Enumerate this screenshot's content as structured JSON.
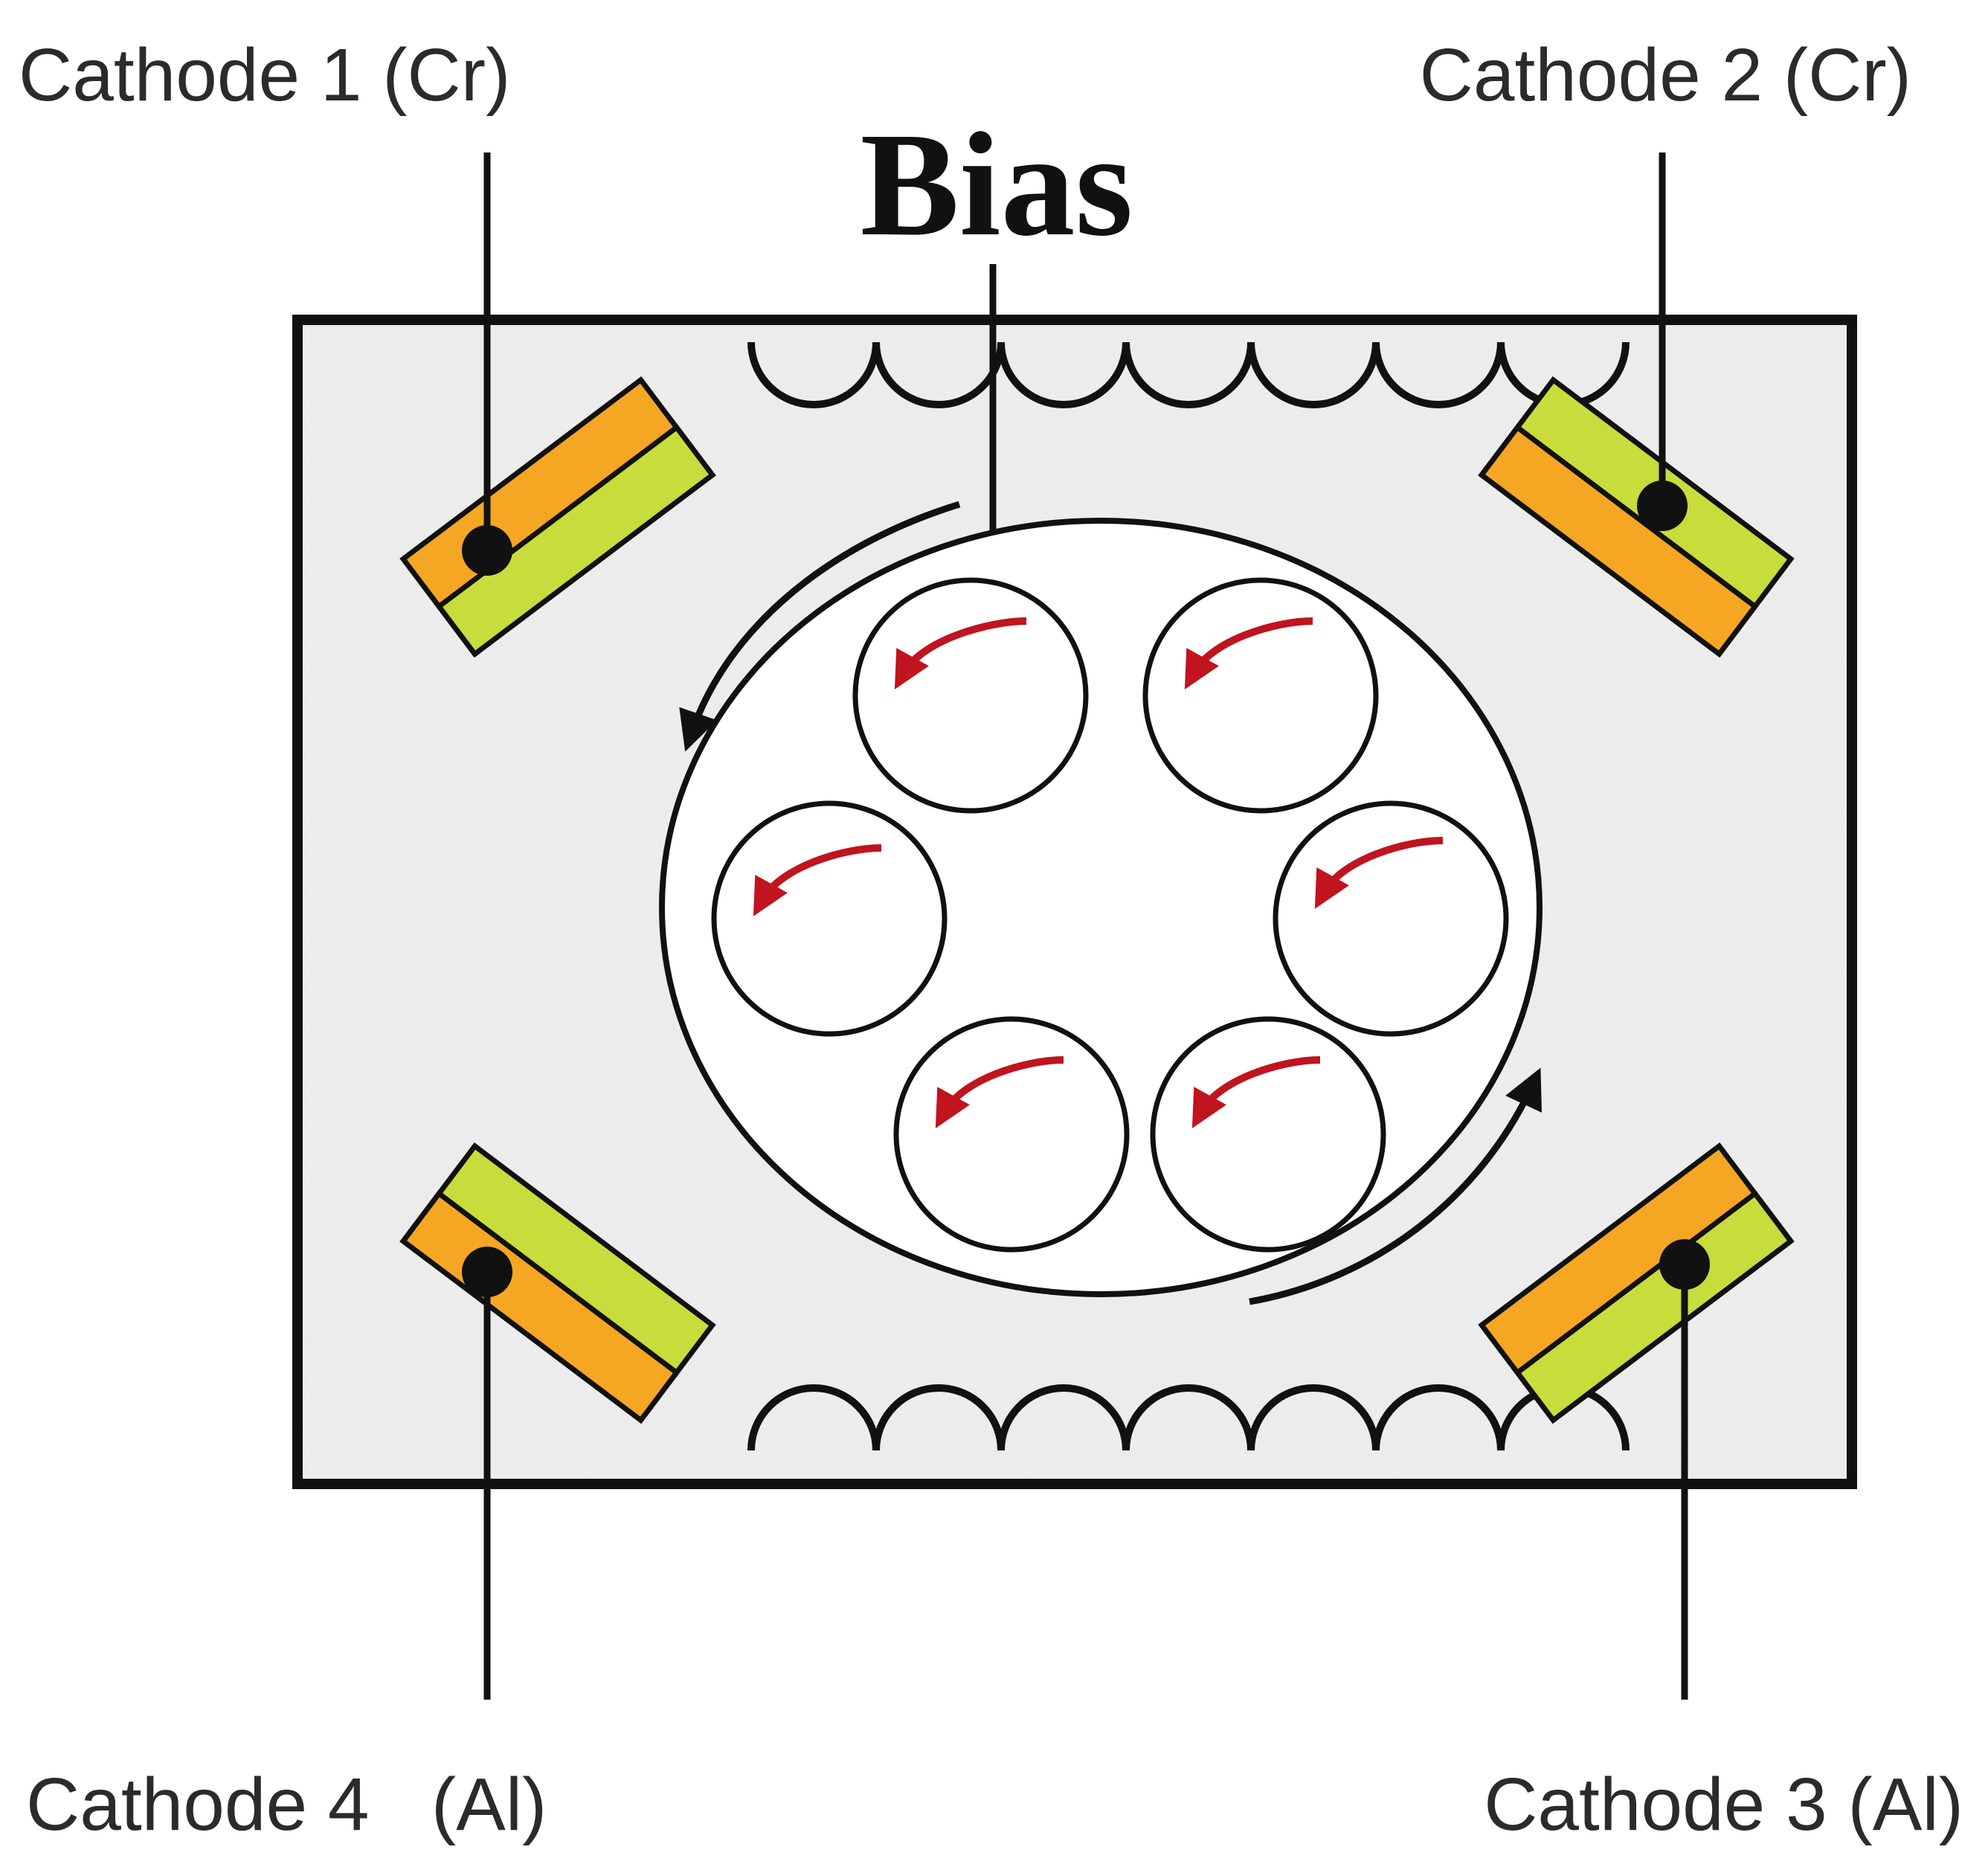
{
  "labels": {
    "cathode_1": "Cathode 1 (Cr)",
    "cathode_2": "Cathode 2 (Cr)",
    "cathode_3": "Cathode 3 (Al)",
    "cathode_4": "Cathode 4   (Al)",
    "bias": "Bias"
  },
  "colors": {
    "line": "#111111",
    "chamber_fill": "#ececec",
    "target_orange": "#f5a623",
    "target_green": "#c8dc3c",
    "rotation_arrow": "#c0141e",
    "text": "#2b2b2b"
  },
  "icons": {
    "cathode": "sputter-target-icon",
    "substrate": "substrate-holder-icon",
    "coil": "coil-icon"
  }
}
